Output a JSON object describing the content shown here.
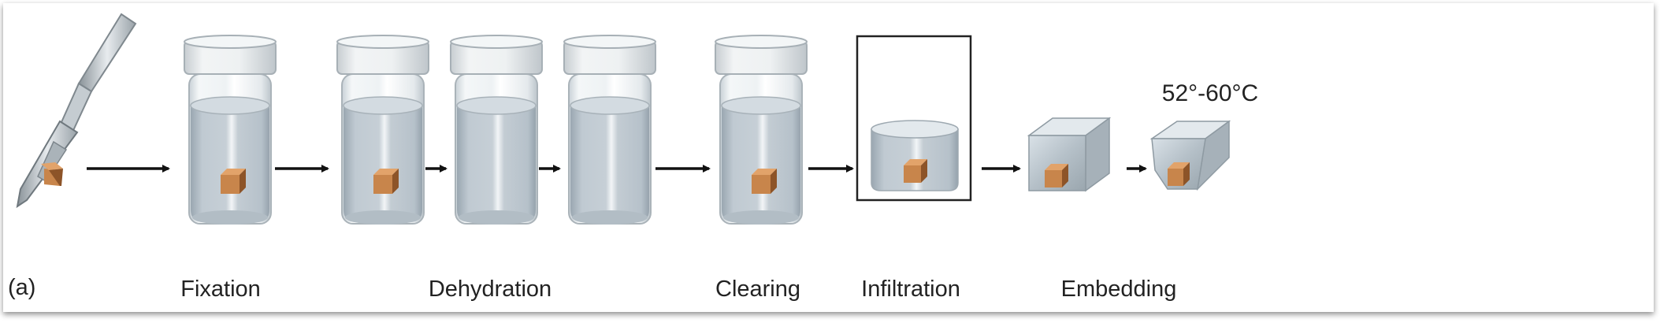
{
  "figure": {
    "panel_label": "(a)",
    "temperature_label": "52°-60°C"
  },
  "steps": [
    {
      "label": "Fixation"
    },
    {
      "label": "Dehydration"
    },
    {
      "label": "Clearing"
    },
    {
      "label": "Infiltration"
    },
    {
      "label": "Embedding"
    }
  ],
  "colors": {
    "liquid": "#b8c3cc",
    "glass": "#e9eef1",
    "cap": "#e8ecee",
    "tissue": "#c8854b",
    "arrow": "#111111"
  }
}
